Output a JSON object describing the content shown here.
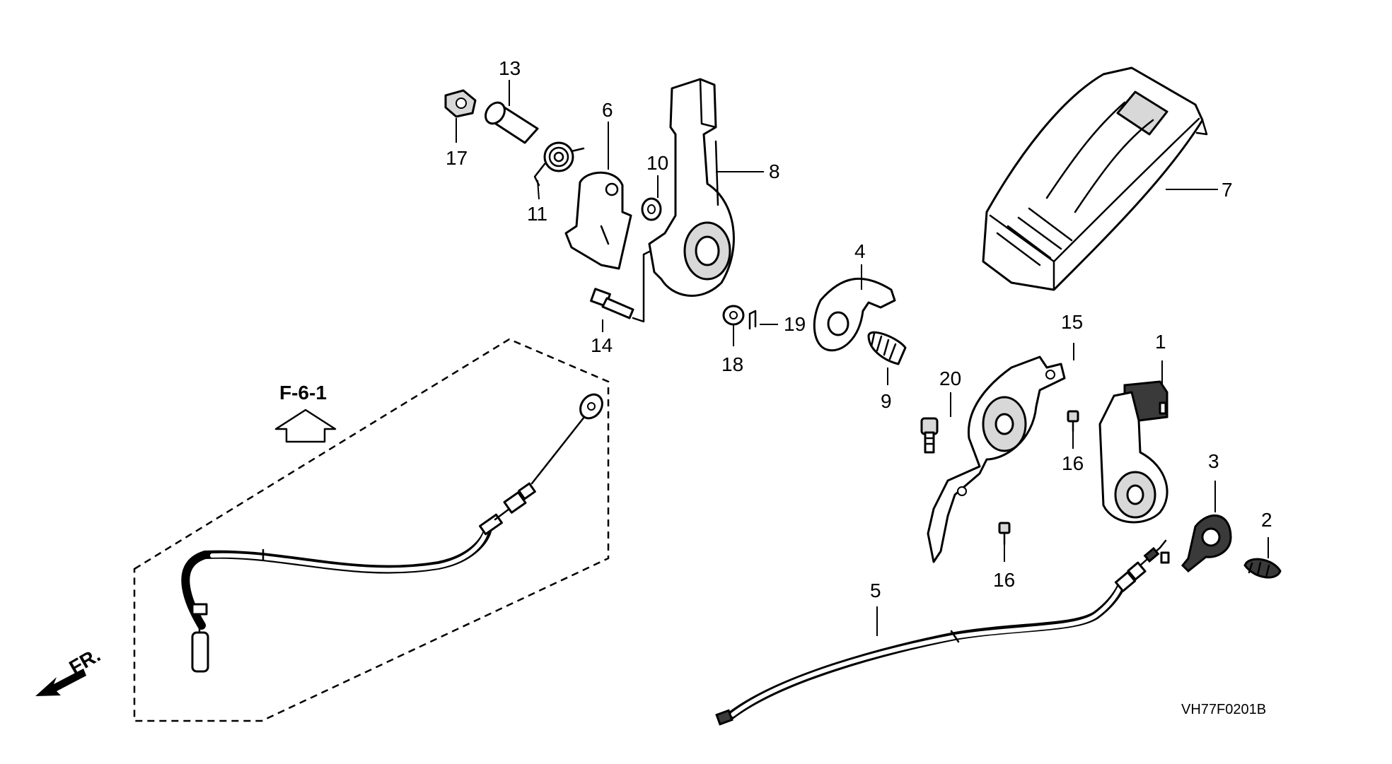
{
  "callouts": [
    {
      "id": "1",
      "label": "1"
    },
    {
      "id": "2",
      "label": "2"
    },
    {
      "id": "3",
      "label": "3"
    },
    {
      "id": "4",
      "label": "4"
    },
    {
      "id": "5",
      "label": "5"
    },
    {
      "id": "6",
      "label": "6"
    },
    {
      "id": "7",
      "label": "7"
    },
    {
      "id": "8",
      "label": "8"
    },
    {
      "id": "9",
      "label": "9"
    },
    {
      "id": "10",
      "label": "10"
    },
    {
      "id": "11",
      "label": "11"
    },
    {
      "id": "13",
      "label": "13"
    },
    {
      "id": "14",
      "label": "14"
    },
    {
      "id": "15",
      "label": "15"
    },
    {
      "id": "16a",
      "label": "16"
    },
    {
      "id": "16b",
      "label": "16"
    },
    {
      "id": "17",
      "label": "17"
    },
    {
      "id": "18",
      "label": "18"
    },
    {
      "id": "19",
      "label": "19"
    },
    {
      "id": "20",
      "label": "20"
    }
  ],
  "reference": {
    "label": "F-6-1"
  },
  "direction": {
    "label": "FR."
  },
  "diagram_code": "VH77F0201B"
}
